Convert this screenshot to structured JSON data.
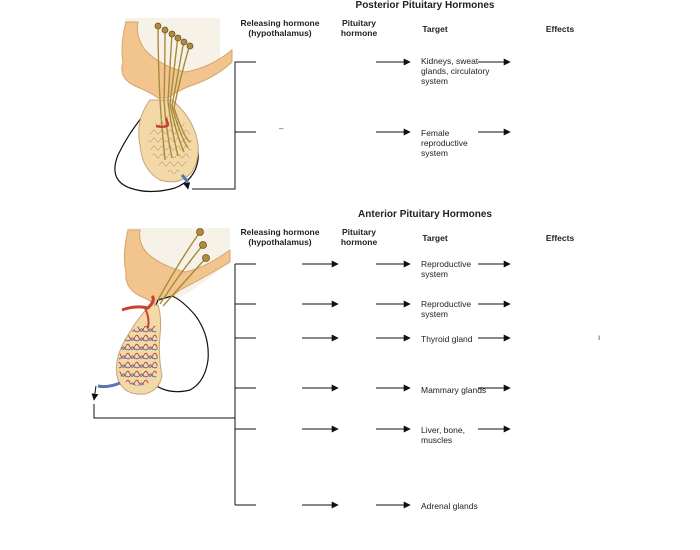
{
  "posterior": {
    "title": "Posterior Pituitary Hormones",
    "headers": {
      "releasing": "Releasing hormone (hypothalamus)",
      "pituitary": "Pituitary hormone",
      "target": "Target",
      "effects": "Effects"
    },
    "rows": [
      {
        "target": "Kidneys, sweat glands, circulatory system"
      },
      {
        "target": "Female reproductive system",
        "marker": "–"
      }
    ]
  },
  "anterior": {
    "title": "Anterior Pituitary Hormones",
    "headers": {
      "releasing": "Releasing hormone (hypothalamus)",
      "pituitary": "Pituitary hormone",
      "target": "Target",
      "effects": "Effects"
    },
    "rows": [
      {
        "target": "Reproductive system"
      },
      {
        "target": "Reproductive system"
      },
      {
        "target": "Thyroid gland",
        "marker": "ı"
      },
      {
        "target": "Mammary glands"
      },
      {
        "target": "Liver, bone, muscles"
      },
      {
        "target": "Adrenal glands"
      }
    ]
  },
  "colors": {
    "hypothalamus": "#f2c58e",
    "neuron": "#e6cf7a",
    "artery": "#c8432f",
    "vein": "#5677b0",
    "line": "#111111"
  }
}
